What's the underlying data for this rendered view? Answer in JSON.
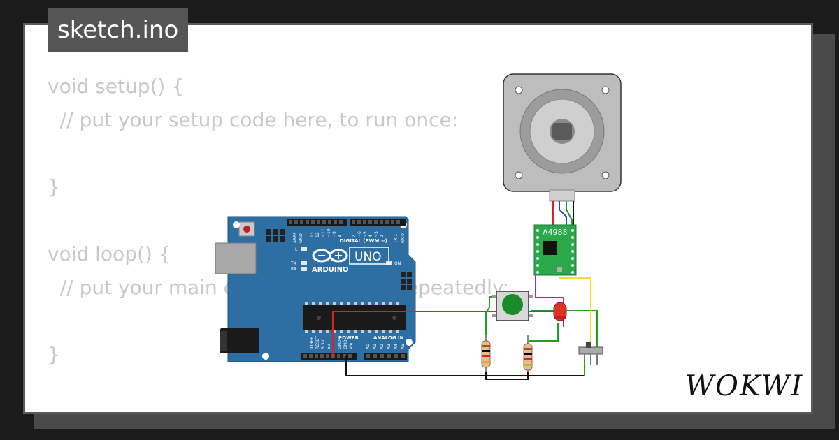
{
  "file_tab": {
    "name": "sketch.ino"
  },
  "code_lines": [
    "void setup() {",
    "  // put your setup code here, to run once:",
    "",
    "}",
    "",
    "void loop() {",
    "  // put your main code here, to run repeatedly:",
    "",
    "}"
  ],
  "board": {
    "uno_label": "UNO",
    "arduino_label": "ARDUINO",
    "digital_label": "DIGITAL (PWM ~)",
    "power_label": "POWER",
    "analog_label": "ANALOG IN",
    "on_label": "ON",
    "l_label": "L",
    "tx_label": "TX",
    "rx_label": "RX",
    "aref_label": "AREF",
    "gnd_label": "GND",
    "pins_digital": [
      "13",
      "12",
      "~11",
      "~10",
      "~9",
      "8",
      "7",
      "~6",
      "~5",
      "4",
      "~3",
      "2",
      "TX 1",
      "RX 0"
    ],
    "pins_power": [
      "IOREF",
      "RESET",
      "3.3V",
      "5V",
      "GND",
      "GND",
      "Vin"
    ],
    "pins_analog": [
      "A0",
      "A1",
      "A2",
      "A3",
      "A4",
      "A5"
    ]
  },
  "driver": {
    "label": "A4988"
  },
  "brand": {
    "logo_text": "WOKWI"
  },
  "colors": {
    "board_blue": "#2e6fa3",
    "driver_green": "#2aa84a",
    "wire_red": "#e02020",
    "wire_black": "#111111",
    "wire_green": "#20a020",
    "wire_yellow": "#f0e020",
    "wire_purple": "#9b30a0",
    "wire_blue": "#2040e0"
  }
}
